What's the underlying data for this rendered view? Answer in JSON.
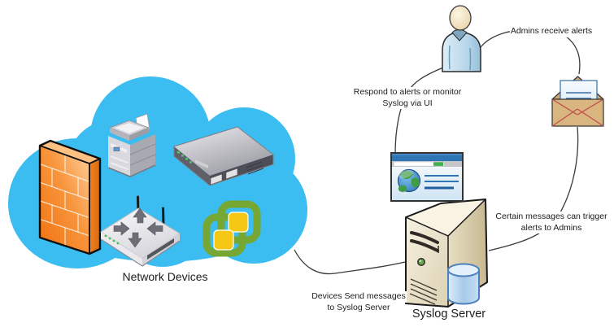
{
  "labels": {
    "cloud_caption": "Network Devices",
    "server_caption": "Syslog Server"
  },
  "annotations": {
    "admins_receive": "Admins receive alerts",
    "respond_line1": "Respond to alerts or monitor",
    "respond_line2": "Syslog via UI",
    "trigger_line1": "Certain messages can trigger",
    "trigger_line2": "alerts to Admins",
    "send_line1": "Devices Send messages",
    "send_line2": "to Syslog Server"
  },
  "icons": {
    "cloud": "network-cloud",
    "firewall": "firewall-brick-wall",
    "printer": "multifunction-printer",
    "switch": "rack-switch",
    "wireless_ap": "wireless-access-point",
    "vsphere": "vmware-vsphere-logo",
    "admin": "admin-person",
    "email": "email-envelope",
    "browser": "browser-window-globe",
    "server": "tower-server",
    "database": "database-cylinder"
  },
  "colors": {
    "cloud_blue": "#3bbdf2",
    "firewall_orange": "#f58220",
    "vsphere_green": "#76a732",
    "vsphere_yellow": "#f5c816",
    "server_beige": "#e9e0c6",
    "database_blue": "#b7d5ee",
    "browser_titlebar_blue": "#2e75b6",
    "envelope_tan": "#d9b57f",
    "person_blue": "#b3d4e8",
    "connector_gray": "#3a3a3a"
  }
}
